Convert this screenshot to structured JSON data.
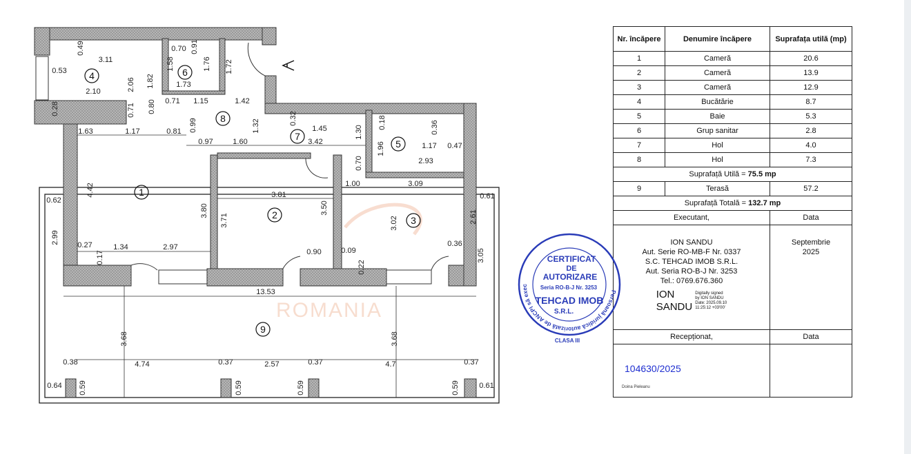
{
  "plan": {
    "rooms": [
      "1",
      "2",
      "3",
      "4",
      "5",
      "6",
      "7",
      "8",
      "9"
    ],
    "dims": [
      "3.11",
      "0.53",
      "2.10",
      "0.70",
      "1.73",
      "0.71",
      "1.15",
      "1.42",
      "1.63",
      "1.17",
      "0.81",
      "0.97",
      "1.60",
      "3.42",
      "1.45",
      "1.17",
      "0.47",
      "2.93",
      "1.00",
      "3.09",
      "3.81",
      "0.62",
      "0.61",
      "0.27",
      "1.34",
      "2.97",
      "0.90",
      "0.09",
      "0.36",
      "13.53",
      "0.38",
      "4.74",
      "0.37",
      "2.57",
      "0.37",
      "4.7",
      "0.37",
      "0.64",
      "0.61",
      "0.49",
      "2.06",
      "1.82",
      "1.58",
      "0.91",
      "1.76",
      "1.72",
      "0.28",
      "0.71",
      "0.80",
      "0.99",
      "1.32",
      "0.32",
      "1.30",
      "1.96",
      "0.18",
      "0.36",
      "0.70",
      "4.42",
      "3.80",
      "3.71",
      "3.50",
      "3.02",
      "2.61",
      "3.05",
      "2.99",
      "0.17",
      "0.22",
      "3.68",
      "3.68",
      "0.59",
      "0.59",
      "0.59",
      "0.59"
    ],
    "watermark": "ROMANIA",
    "north_arrow_icon": "north-arrow-icon",
    "wall_color": "#8c8c8c"
  },
  "stamp": {
    "ring_text": "Persoană juridică autorizată de ANCPI să execute lucrări de cadastru, geodezie și cartografie",
    "lines": [
      "CERTIFICAT",
      "DE",
      "AUTORIZARE",
      "Seria RO-B-J Nr. 3253",
      "TEHCAD IMOB",
      "S.R.L.",
      "CLASA III"
    ],
    "color": "#2a3cb8"
  },
  "table": {
    "headers": [
      "Nr. încăpere",
      "Denumire încăpere",
      "Suprafața utilă (mp)"
    ],
    "rows": [
      {
        "nr": "1",
        "name": "Cameră",
        "area": "20.6"
      },
      {
        "nr": "2",
        "name": "Cameră",
        "area": "13.9"
      },
      {
        "nr": "3",
        "name": "Cameră",
        "area": "12.9"
      },
      {
        "nr": "4",
        "name": "Bucătărie",
        "area": "8.7"
      },
      {
        "nr": "5",
        "name": "Baie",
        "area": "5.3"
      },
      {
        "nr": "6",
        "name": "Grup sanitar",
        "area": "2.8"
      },
      {
        "nr": "7",
        "name": "Hol",
        "area": "4.0"
      },
      {
        "nr": "8",
        "name": "Hol",
        "area": "7.3"
      }
    ],
    "utila_label": "Suprafață Utilă = ",
    "utila_value": "75.5 mp",
    "terrace": {
      "nr": "9",
      "name": "Terasă",
      "area": "57.2"
    },
    "totala_label": "Suprafață Totală = ",
    "totala_value": "132.7 mp",
    "executant_label": "Executant,",
    "data_label": "Data",
    "executant_lines": [
      "ION SANDU",
      "Aut. Serie RO-MB-F  Nr. 0337",
      "S.C. TEHCAD IMOB S.R.L.",
      "Aut. Seria RO-B-J  Nr. 3253",
      "Tel.: 0769.676.360"
    ],
    "signature_name": [
      "ION",
      "SANDU"
    ],
    "signature_note": [
      "Digitally signed",
      "by ION SANDU",
      "Date: 2025.09.10",
      "11:25:12 +03'00'"
    ],
    "date_value": [
      "Septembrie",
      "2025"
    ],
    "receptionat_label": "Recepționat,",
    "registration_number": "104630/2025",
    "receiver_name": "Doina Pieleanu"
  }
}
